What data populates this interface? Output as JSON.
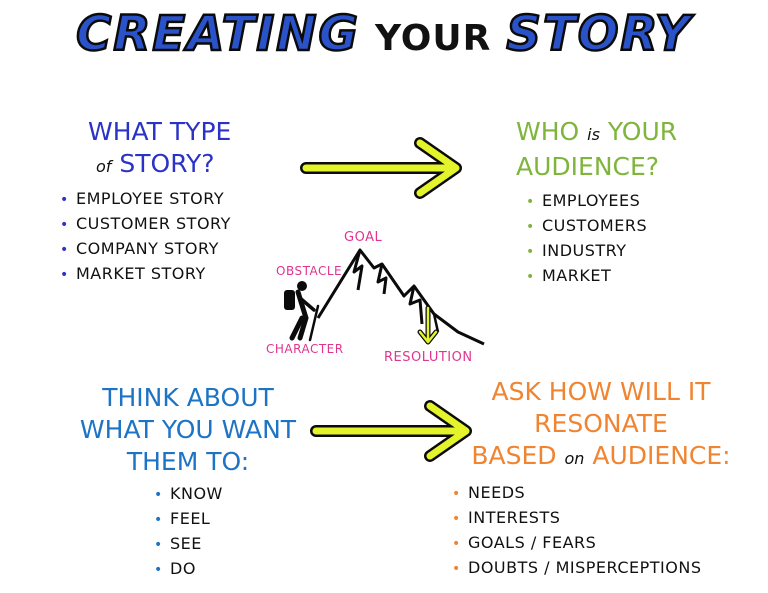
{
  "title": {
    "word1": "CREATING",
    "word2": "YOUR",
    "word3": "STORY"
  },
  "story_type": {
    "heading_line1": "WHAT TYPE",
    "heading_of": "of",
    "heading_line2": "STORY?",
    "items": [
      "EMPLOYEE STORY",
      "CUSTOMER STORY",
      "COMPANY STORY",
      "MARKET STORY"
    ]
  },
  "audience": {
    "heading_who": "WHO",
    "heading_is": "is",
    "heading_your": "YOUR",
    "heading_line2": "AUDIENCE?",
    "items": [
      "EMPLOYEES",
      "CUSTOMERS",
      "INDUSTRY",
      "MARKET"
    ]
  },
  "think": {
    "heading_line1": "THINK ABOUT",
    "heading_line2": "WHAT YOU WANT",
    "heading_line3": "THEM TO:",
    "items": [
      "KNOW",
      "FEEL",
      "SEE",
      "DO"
    ]
  },
  "resonate": {
    "heading_line1": "ASK HOW WILL IT",
    "heading_line2": "RESONATE",
    "heading_based": "BASED",
    "heading_on": "on",
    "heading_audience": "AUDIENCE:",
    "items": [
      "NEEDS",
      "INTERESTS",
      "GOALS / FEARS",
      "DOUBTS / MISPERCEPTIONS"
    ]
  },
  "mountain": {
    "goal": "GOAL",
    "obstacle": "OBSTACLE",
    "character": "CHARACTER",
    "resolution": "RESOLUTION"
  },
  "colors": {
    "title_blue": "#2a52c9",
    "story_blue": "#2b33c7",
    "audience_green": "#7fb53c",
    "think_blue": "#1d73c4",
    "resonate_orange": "#f18430",
    "label_pink": "#e0358f",
    "arrow_yellow": "#e4f42a"
  },
  "bullet": "•"
}
